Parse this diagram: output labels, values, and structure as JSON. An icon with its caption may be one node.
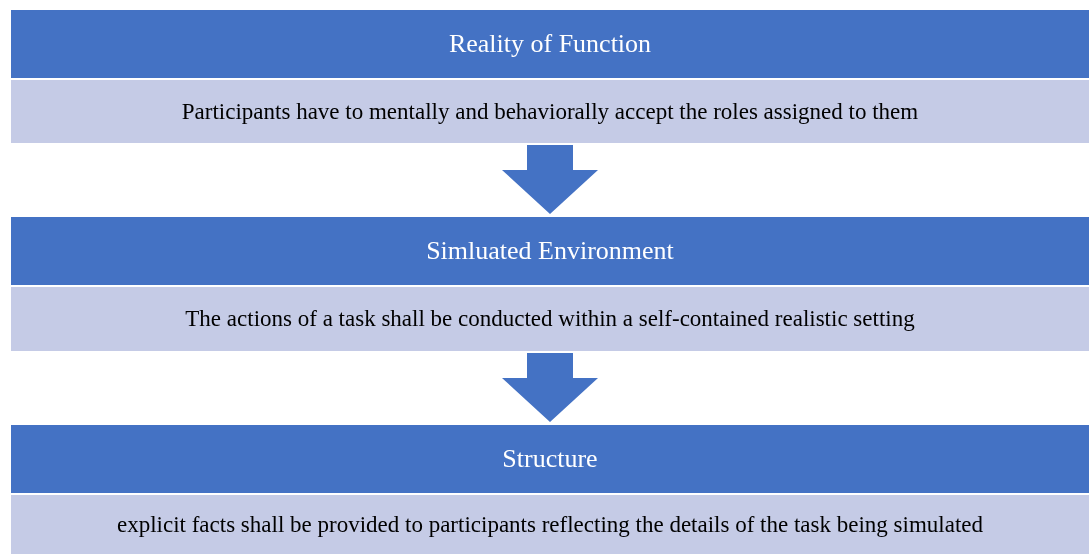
{
  "diagram": {
    "nodes": [
      {
        "text": [
          "Reality of Function"
        ]
      },
      {
        "text": [
          "Participants have to mentally and behaviorally accept the roles assigned to them"
        ]
      },
      {
        "text": [
          "Simluated Environment"
        ]
      },
      {
        "text": [
          "The actions of a task shall be conducted within a self-contained realistic setting"
        ]
      },
      {
        "text": [
          "Structure"
        ]
      },
      {
        "text": [
          "explicit facts shall be provided to participants reflecting the details of the task being simulated"
        ]
      }
    ],
    "edges": [
      {
        "from": 1,
        "to": 2,
        "arrow": "to"
      },
      {
        "from": 3,
        "to": 4,
        "arrow": "to"
      }
    ]
  }
}
